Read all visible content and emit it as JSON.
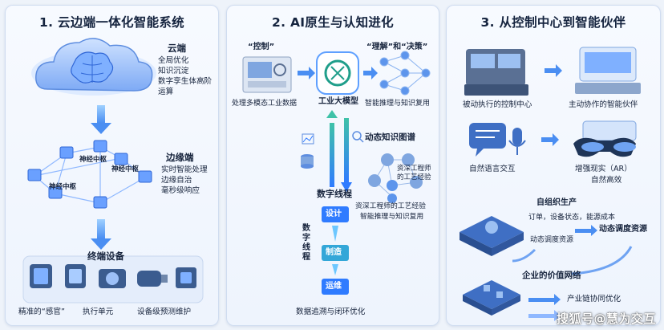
{
  "panels": {
    "p1": {
      "title": "1. 云边端一体化智能系统",
      "cloud": {
        "label": "云端",
        "lines": [
          "全局优化",
          "知识沉淀",
          "数字孪生体高阶",
          "运算"
        ]
      },
      "edge": {
        "label": "边缘端",
        "lines": [
          "实时智能处理",
          "边缘自治",
          "毫秒级响应"
        ],
        "hub_label": "神经中枢"
      },
      "terminal": {
        "label": "终端设备",
        "items": [
          "精准的“感官”",
          "执行单元",
          "设备级预测维护"
        ]
      }
    },
    "p2": {
      "title": "2. AI原生与认知进化",
      "control_label": "“控制”",
      "understand_label": "“理解”和“决策”",
      "multimodal_caption": "处理多模态工业数据",
      "model_label": "工业大模型",
      "inference_caption": "智能推理与知识复用",
      "graph_title": "动态知识图谱",
      "expert_experience": "资深工程师的工艺经验",
      "graph_caption_1": "资深工程师的工艺经验",
      "graph_caption_2": "智能推理与知识复用",
      "thread_label": "数字线程",
      "thread_vertical": "数字线程",
      "steps": [
        "设计",
        "制造",
        "运维"
      ],
      "footer": "数据追溯与闭环优化"
    },
    "p3": {
      "title": "3. 从控制中心到智能伙伴",
      "passive": "被动执行的控制中心",
      "active": "主动协作的智能伙伴",
      "nlp": "自然语言交互",
      "ar": "增强现实（AR）",
      "ar_sub": "自然高效",
      "self_org": "自组织生产",
      "self_org_items": "订单，设备状态，能源成本",
      "dispatch": "动态调度资源",
      "dispatch_label": "动态调度资源",
      "value_net": "企业的价值网络",
      "chain": "产业链协同优化"
    }
  },
  "watermark": "搜狐号@慧为交互",
  "colors": {
    "accent": "#2f7bff",
    "title": "#15243f",
    "device": "#3b5c8f"
  }
}
